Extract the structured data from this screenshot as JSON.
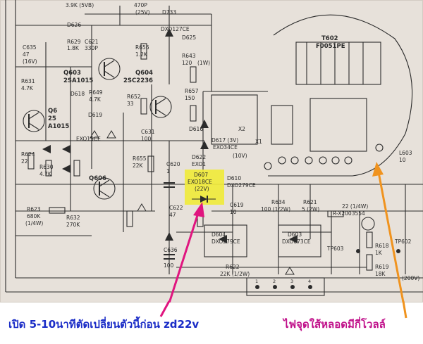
{
  "captions": {
    "left": "เปิด 5-10นาทีตัดเปลี่ยนตัวนี้ก่อน zd22v",
    "right": "ไฟจุดใส้หลอดมีกี่โวลล์"
  },
  "annotation_colors": {
    "highlight": "#f0ea3c",
    "left_caption": "#1a2cc7",
    "right_caption": "#c0108a",
    "left_arrow": "#e0157f",
    "right_arrow": "#f0931e"
  },
  "labels": {
    "q603": "Q603",
    "q603_part": "2SA1015",
    "q604": "Q604",
    "q604_part": "2SC2236",
    "q605": "Q6",
    "q605_val": "25",
    "q605_part": "A1015",
    "q606": "Q606",
    "d625": "D625",
    "d626": "D626",
    "d733": "D733",
    "d733_part": "DXO127CE",
    "d618": "D618",
    "d619": "D619",
    "d619_part": "EXO15CE",
    "d617": "D617 (3V)",
    "d617_part": "EXO34CE",
    "d616": "D616",
    "d622": "D622",
    "d622_part": "EXO1",
    "d607": "D607",
    "d607_part": "EXO18CE",
    "d607_volt": "(22V)",
    "d610": "D610",
    "d610_part": "DXO279CE",
    "d604": "D604",
    "d604_part": "DXO279CE",
    "d603": "D603",
    "d603_part": "DXO073CE",
    "r629": "R629",
    "r629_val": "1.8K",
    "r649": "R649",
    "r649_val": "4.7K",
    "r656": "R656",
    "r656_val": "1.2K",
    "r643": "R643",
    "r643_val": "120",
    "r657": "R657",
    "r657_val": "150",
    "r652": "R652",
    "r652_val": "33",
    "r655": "R655",
    "r655_val": "22K",
    "r618": "R618",
    "r618_val": "1K",
    "r619": "R619",
    "r619_val": "18K",
    "r621": "R621",
    "r621_val": "5 (2W)",
    "r622": "R622",
    "r622_val": "22K (1/2W)",
    "r623": "R623",
    "r623_val": "680K",
    "r634": "R634",
    "r634_val": "100 (1/2W)",
    "r630": "R630",
    "r630_val": "4.7K",
    "r631": "R631",
    "r631_val": "4.7K",
    "r632": "R632",
    "r632_val": "270K",
    "r624": "R624",
    "r624_val": "22",
    "c621": "C621",
    "c621_val": "330P",
    "c631": "C631",
    "c631_val": "100",
    "c620": "C620",
    "c620_val": "1",
    "c622": "C622",
    "c622_val": "47",
    "c636": "C636",
    "c636_val": "100",
    "c619": "C619",
    "c619_val": "10",
    "c635": "C635",
    "c635_val": "47",
    "t602": "T602",
    "t602_part": "F0051PE",
    "l603": "L603",
    "l603_val": "10",
    "tp603": "TP603",
    "tp602": "TP602",
    "x1": "X1",
    "x2": "X2",
    "volt_39k": "3.9K (5VB)",
    "volt_470p": "470P",
    "volt_25v": "(25V)",
    "volt_16v": "(16V)",
    "volt_10v": "(10V)",
    "volt_200v": "(200V)",
    "volt_1w": "(1W)",
    "volt_1_4w": "(1/4W)",
    "conn_1": "1",
    "conn_2": "2",
    "conn_3": "3",
    "conn_4": "4",
    "bot_val": "22 (1/4W)",
    "bot_part": "R-X2003554"
  }
}
